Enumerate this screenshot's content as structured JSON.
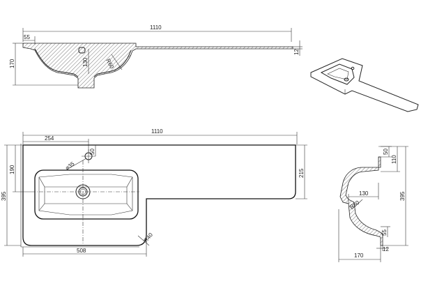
{
  "top_section": {
    "overall_length": "1110",
    "rim_width": "55",
    "height": "170",
    "bowl_depth": "130",
    "radius": "R60",
    "thickness": "12"
  },
  "plan_view": {
    "overall_length": "1110",
    "tap_offset": "254",
    "tap_hole": "⌀35",
    "tap_depth": "50",
    "bowl_depth": "190",
    "total_depth": "395",
    "right_depth": "215",
    "bowl_width": "508",
    "corner_radius": "R40"
  },
  "side_section": {
    "top_depth": "50",
    "back_height": "110",
    "bowl_depth": "130",
    "radius": "R60",
    "total_height": "395",
    "bottom_offset": "55",
    "thickness": "12",
    "width": "170"
  }
}
